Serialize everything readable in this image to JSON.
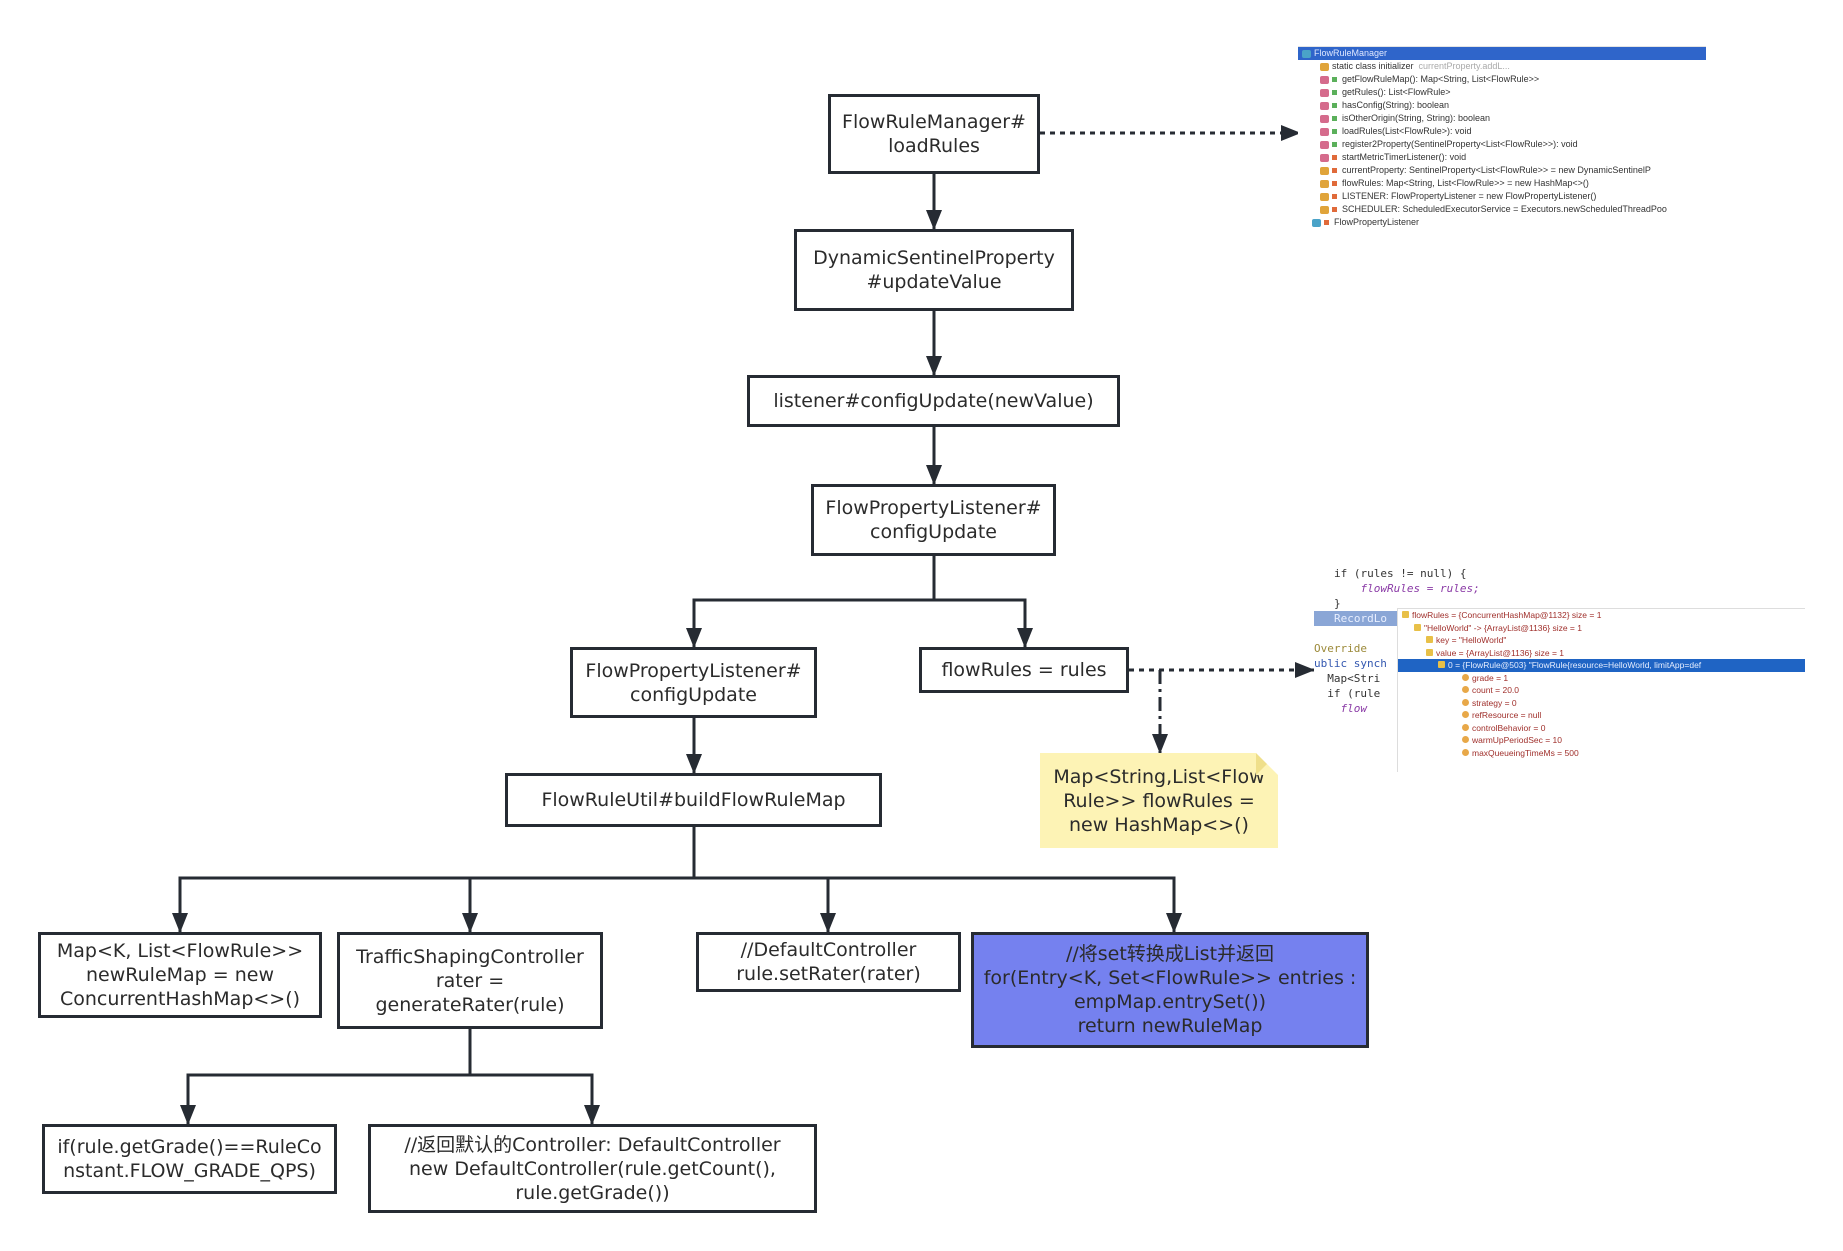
{
  "nodes": {
    "load_rules": [
      "FlowRuleManager#",
      "loadRules"
    ],
    "update_value": [
      "DynamicSentinelProperty",
      "#updateValue"
    ],
    "listener_config_update": [
      "listener#configUpdate(newValue)"
    ],
    "flow_property_listener": [
      "FlowPropertyListener#",
      "configUpdate"
    ],
    "flow_property_listener_2": [
      "FlowPropertyListener#",
      "configUpdate"
    ],
    "flow_rules_assign": [
      "flowRules = rules"
    ],
    "build_flow_rule_map": [
      "FlowRuleUtil#buildFlowRuleMap"
    ],
    "new_rule_map": [
      "Map<K, List<FlowRule>>",
      "newRuleMap = new",
      "ConcurrentHashMap<>()"
    ],
    "generate_rater": [
      "TrafficShapingController",
      "rater =",
      "generateRater(rule)"
    ],
    "set_rater": [
      "//DefaultController",
      "rule.setRater(rater)"
    ],
    "return_map": [
      "//将set转换成List并返回",
      "for(Entry<K, Set<FlowRule>> entries :",
      "empMap.entrySet())",
      "return newRuleMap"
    ],
    "grade_check": [
      "if(rule.getGrade()==RuleCo",
      "nstant.FLOW_GRADE_QPS)"
    ],
    "default_controller": [
      "//返回默认的Controller:  DefaultController",
      "new DefaultController(rule.getCount(),",
      "rule.getGrade())"
    ]
  },
  "note": [
    "Map<String,List<Flow",
    "Rule>> flowRules =",
    "new HashMap<>()"
  ],
  "colors": {
    "highlight_node": "#7581ef",
    "note": "#fdf3b5",
    "border": "#262b33"
  },
  "structure_screenshot": {
    "rows": [
      {
        "icon": "class-icon",
        "text": "FlowRuleManager",
        "selected": true
      },
      {
        "icon": "initializer-icon",
        "text": "static class initializer",
        "hint": "currentProperty.addL..."
      },
      {
        "icon": "method-icon",
        "text": "getFlowRuleMap(): Map<String, List<FlowRule>>"
      },
      {
        "icon": "method-icon",
        "text": "getRules(): List<FlowRule>"
      },
      {
        "icon": "method-icon",
        "text": "hasConfig(String): boolean"
      },
      {
        "icon": "method-icon",
        "text": "isOtherOrigin(String, String): boolean"
      },
      {
        "icon": "method-icon",
        "text": "loadRules(List<FlowRule>): void"
      },
      {
        "icon": "method-icon",
        "text": "register2Property(SentinelProperty<List<FlowRule>>): void"
      },
      {
        "icon": "method-icon",
        "text": "startMetricTimerListener(): void"
      },
      {
        "icon": "field-icon",
        "text": "currentProperty: SentinelProperty<List<FlowRule>> = new DynamicSentinelP"
      },
      {
        "icon": "field-icon",
        "text": "flowRules: Map<String, List<FlowRule>> = new HashMap<>()"
      },
      {
        "icon": "field-icon",
        "text": "LISTENER: FlowPropertyListener = new FlowPropertyListener()"
      },
      {
        "icon": "field-icon",
        "text": "SCHEDULER: ScheduledExecutorService = Executors.newScheduledThreadPoo"
      },
      {
        "icon": "class-icon",
        "text": "FlowPropertyListener"
      }
    ]
  },
  "debug_screenshot": {
    "code_lines": [
      "if (rules != null) {",
      "    flowRules = rules;",
      "}",
      "RecordLo",
      "",
      "Override",
      "ublic synch",
      "  Map<Stri",
      "  if (rule",
      "    flow"
    ],
    "vars": [
      {
        "text": "flowRules = {ConcurrentHashMap@1132}  size = 1"
      },
      {
        "text": "\"HelloWorld\" -> {ArrayList@1136}  size = 1"
      },
      {
        "text": "key = \"HelloWorld\""
      },
      {
        "text": "value = {ArrayList@1136}  size = 1"
      },
      {
        "text": "0 = {FlowRule@503} \"FlowRule{resource=HelloWorld, limitApp=def",
        "selected": true
      },
      {
        "text": "grade = 1"
      },
      {
        "text": "count = 20.0"
      },
      {
        "text": "strategy = 0"
      },
      {
        "text": "refResource = null"
      },
      {
        "text": "controlBehavior = 0"
      },
      {
        "text": "warmUpPeriodSec = 10"
      },
      {
        "text": "maxQueueingTimeMs = 500"
      }
    ]
  }
}
